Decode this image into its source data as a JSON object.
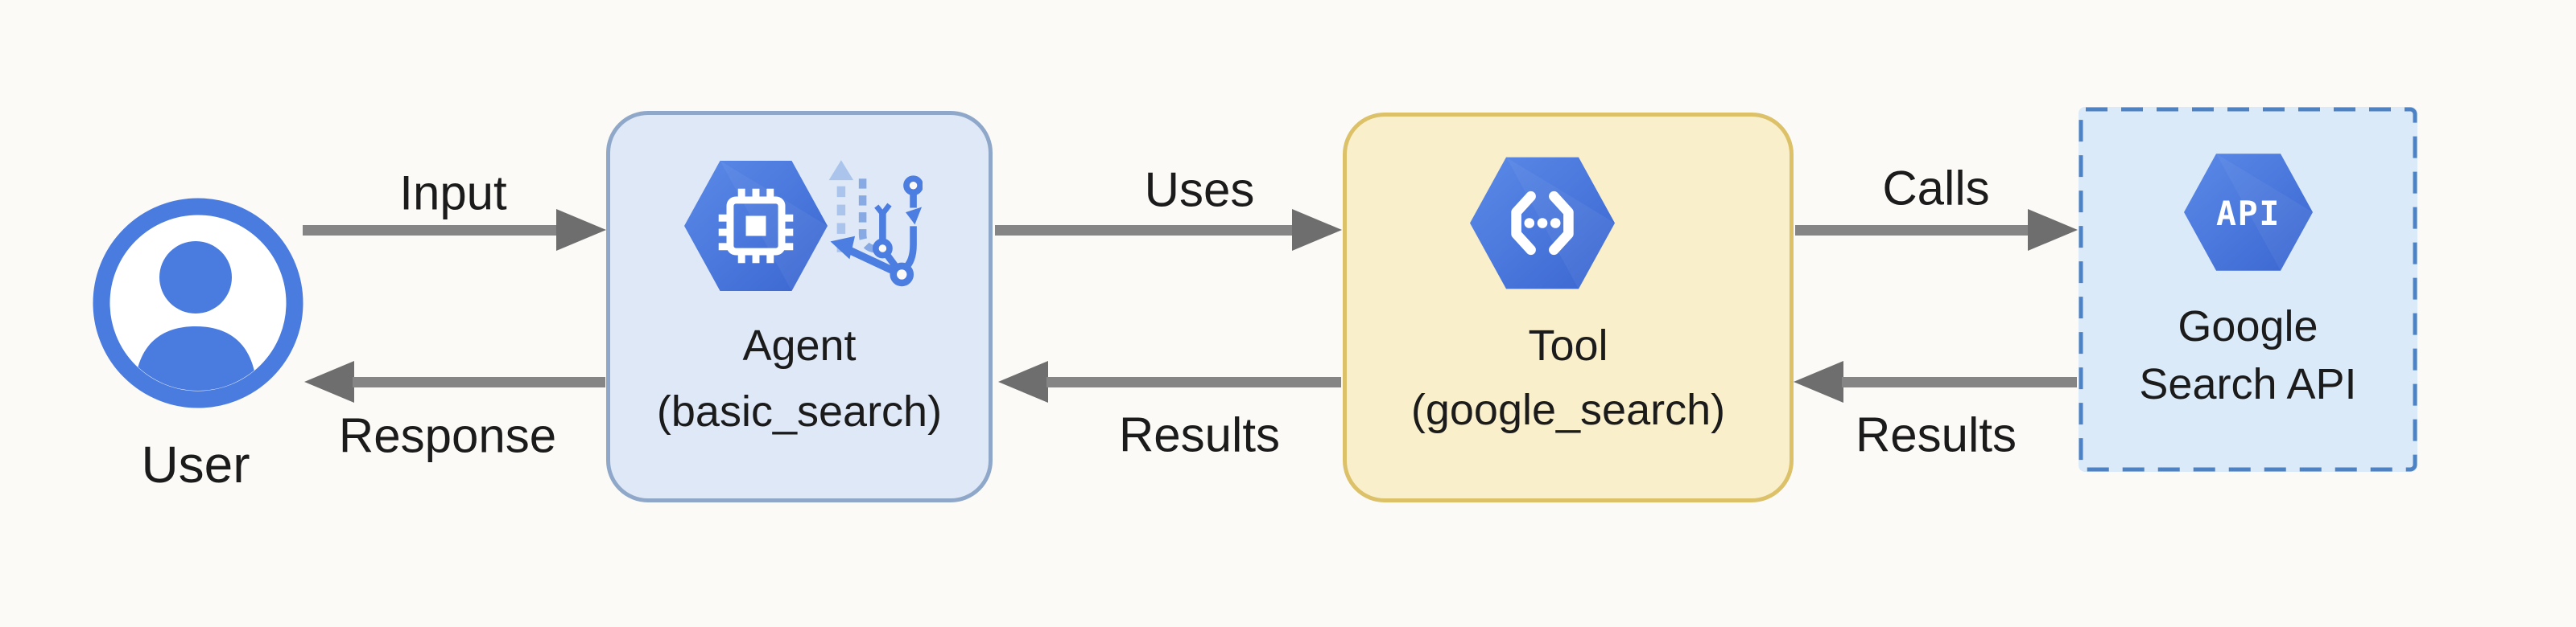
{
  "user": {
    "label": "User"
  },
  "agent": {
    "title": "Agent",
    "subtitle": "(basic_search)"
  },
  "tool": {
    "title": "Tool",
    "subtitle": "(google_search)"
  },
  "api": {
    "line1": "Google",
    "line2": "Search API",
    "hex_label": "API"
  },
  "edges": {
    "input": {
      "label": "Input",
      "direction": "right"
    },
    "response": {
      "label": "Response",
      "direction": "left"
    },
    "uses": {
      "label": "Uses",
      "direction": "right"
    },
    "results_mid": {
      "label": "Results",
      "direction": "left"
    },
    "calls": {
      "label": "Calls",
      "direction": "right"
    },
    "results_right": {
      "label": "Results",
      "direction": "left"
    }
  },
  "colors": {
    "background": "#fbfaf7",
    "agent_fill": "#dee8f6",
    "agent_border": "#8fa8ca",
    "tool_fill": "#f9efca",
    "tool_border": "#dcc169",
    "api_fill": "#dbeaf8",
    "api_border": "#4d82c4",
    "hexagon_blue": "#4a7ce0",
    "arrow_shaft": "#858585",
    "arrow_head": "#6e6e6e",
    "text": "#1b1b1b"
  }
}
